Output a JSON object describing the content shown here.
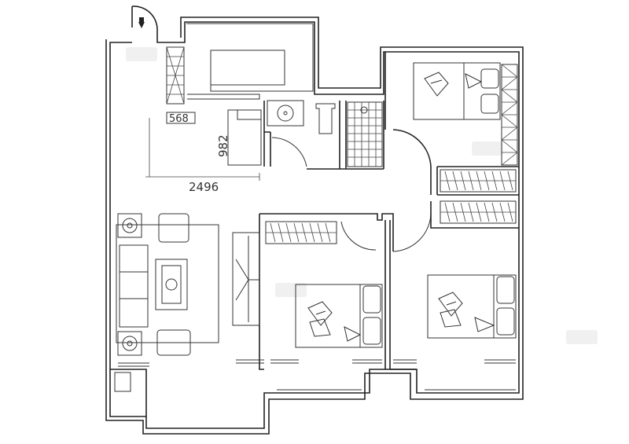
{
  "dimensions": {
    "width_label": "2496",
    "height_label": "982",
    "small_label": "568"
  },
  "icons": {
    "entry": "entry-arrow-icon",
    "watermark": "brand-watermark-icon"
  },
  "colors": {
    "line": "#222222",
    "background": "#ffffff",
    "watermark": "#eeeeee"
  }
}
